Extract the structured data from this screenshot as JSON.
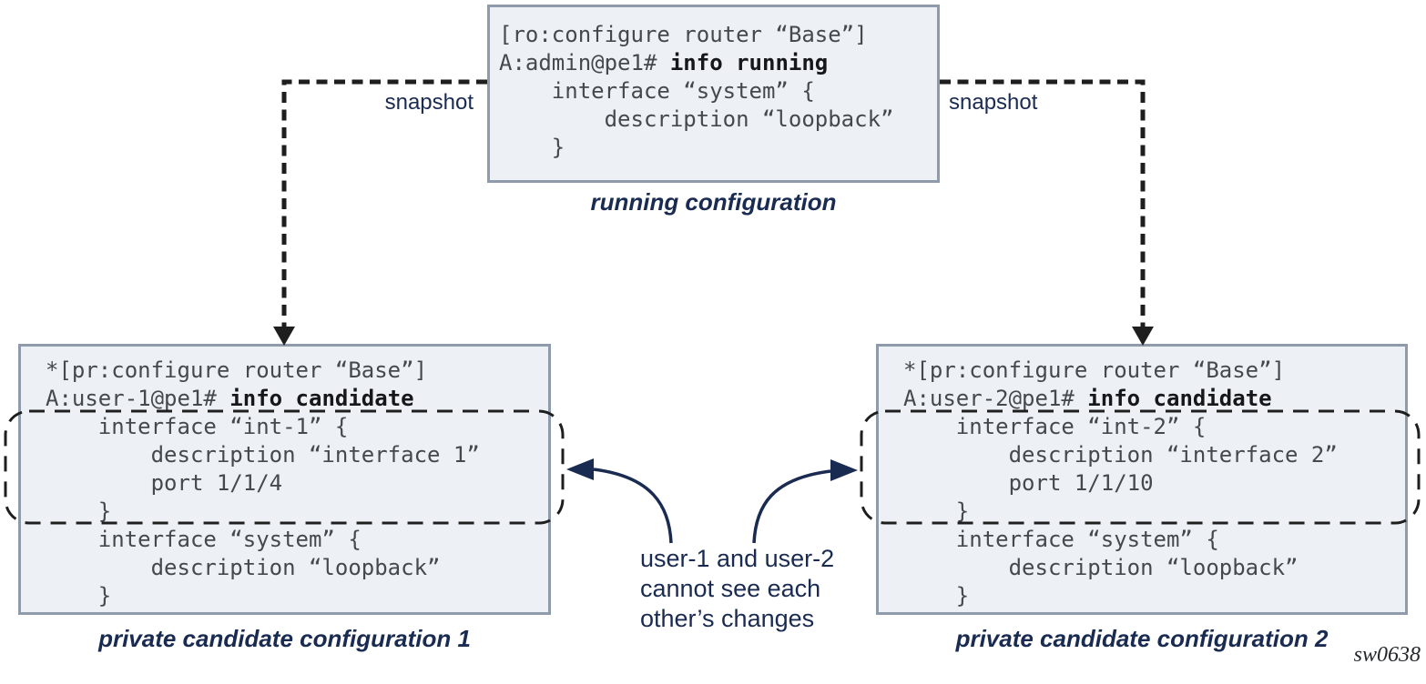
{
  "colors": {
    "box_fill": "#edf1f6",
    "box_border": "#8f9aab",
    "code_text": "#45484d",
    "code_bold_text": "#16171a",
    "dashed_line": "#1e1e1e",
    "navy_accent": "#1a2b52"
  },
  "running_box": {
    "line1": "[ro:configure router “Base”]",
    "line2_prefix": "A:admin@pe1# ",
    "line2_bold": "info running",
    "line3": "    interface “system” {",
    "line4": "        description “loopback”",
    "line5": "    }"
  },
  "candidate1_box": {
    "line1": "*[pr:configure router “Base”]",
    "line2_prefix": "A:user-1@pe1# ",
    "line2_bold": "info candidate",
    "line3": "    interface “int-1” {",
    "line4": "        description “interface 1”",
    "line5": "        port 1/1/4",
    "line6": "    }",
    "line7": "    interface “system” {",
    "line8": "        description “loopback”",
    "line9": "    }"
  },
  "candidate2_box": {
    "line1": "*[pr:configure router “Base”]",
    "line2_prefix": "A:user-2@pe1# ",
    "line2_bold": "info candidate",
    "line3": "    interface “int-2” {",
    "line4": "        description “interface 2”",
    "line5": "        port 1/1/10",
    "line6": "    }",
    "line7": "    interface “system” {",
    "line8": "        description “loopback”",
    "line9": "    }"
  },
  "captions": {
    "running": "running configuration",
    "candidate1": "private candidate configuration 1",
    "candidate2": "private candidate configuration 2"
  },
  "labels": {
    "snapshot_left": "snapshot",
    "snapshot_right": "snapshot"
  },
  "note": {
    "line1": "user-1 and user-2",
    "line2": "cannot see each",
    "line3": "other’s changes"
  },
  "watermark": "sw0638"
}
